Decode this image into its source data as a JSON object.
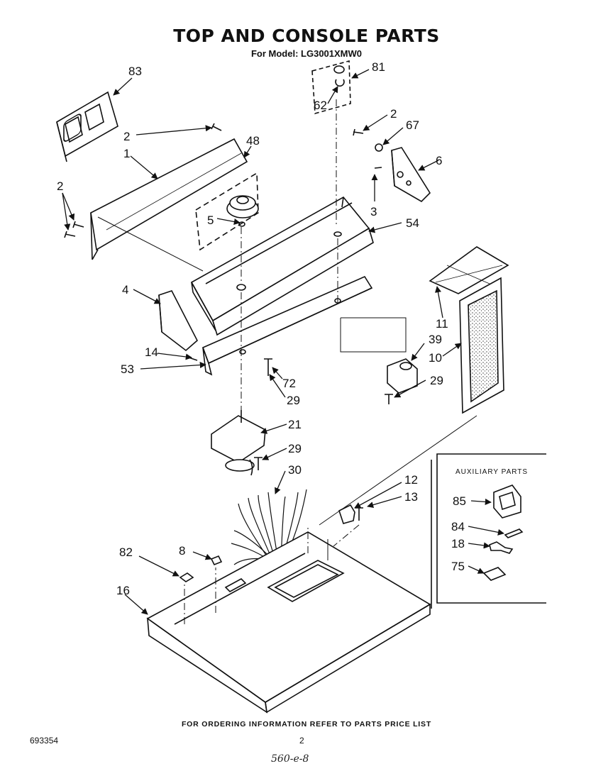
{
  "title": "TOP AND CONSOLE PARTS",
  "subtitle": "For Model: LG3001XMW0",
  "callouts": [
    {
      "id": "c83",
      "label": "83"
    },
    {
      "id": "c81",
      "label": "81"
    },
    {
      "id": "c62",
      "label": "62"
    },
    {
      "id": "c2a",
      "label": "2"
    },
    {
      "id": "c48",
      "label": "48"
    },
    {
      "id": "c1",
      "label": "1"
    },
    {
      "id": "c2b",
      "label": "2"
    },
    {
      "id": "c5",
      "label": "5"
    },
    {
      "id": "c2c",
      "label": "2"
    },
    {
      "id": "c67",
      "label": "67"
    },
    {
      "id": "c6",
      "label": "6"
    },
    {
      "id": "c3",
      "label": "3"
    },
    {
      "id": "c54",
      "label": "54"
    },
    {
      "id": "c4",
      "label": "4"
    },
    {
      "id": "c11",
      "label": "11"
    },
    {
      "id": "c39",
      "label": "39"
    },
    {
      "id": "c10",
      "label": "10"
    },
    {
      "id": "c14",
      "label": "14"
    },
    {
      "id": "c53",
      "label": "53"
    },
    {
      "id": "c72",
      "label": "72"
    },
    {
      "id": "c29a",
      "label": "29"
    },
    {
      "id": "c29b",
      "label": "29"
    },
    {
      "id": "c21",
      "label": "21"
    },
    {
      "id": "c29c",
      "label": "29"
    },
    {
      "id": "c30",
      "label": "30"
    },
    {
      "id": "c12",
      "label": "12"
    },
    {
      "id": "c13",
      "label": "13"
    },
    {
      "id": "c82",
      "label": "82"
    },
    {
      "id": "c8",
      "label": "8"
    },
    {
      "id": "c16",
      "label": "16"
    },
    {
      "id": "c85",
      "label": "85"
    },
    {
      "id": "c84",
      "label": "84"
    },
    {
      "id": "c18",
      "label": "18"
    },
    {
      "id": "c75",
      "label": "75"
    }
  ],
  "auxiliary_parts_title": "AUXILIARY PARTS",
  "footer_note": "FOR ORDERING INFORMATION REFER TO PARTS PRICE LIST",
  "document_number": "693354",
  "page_number": "2",
  "handwritten_note": "560-e-8"
}
